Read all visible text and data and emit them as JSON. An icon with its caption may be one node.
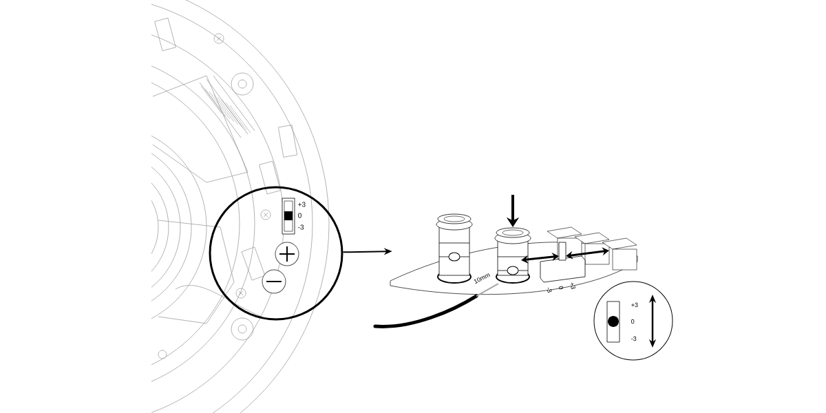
{
  "diagram": {
    "nodes": [
      {
        "text": [
          "+3",
          "0",
          "-3"
        ]
      },
      {
        "text": [],
        "shape": "picture"
      },
      {
        "text": [
          "+3",
          "0",
          "-3"
        ]
      }
    ],
    "edges": [
      {
        "from": 0,
        "to": 1,
        "arrow": "to"
      }
    ],
    "labels": [
      "10mm",
      "-3",
      "0",
      "+3"
    ]
  }
}
